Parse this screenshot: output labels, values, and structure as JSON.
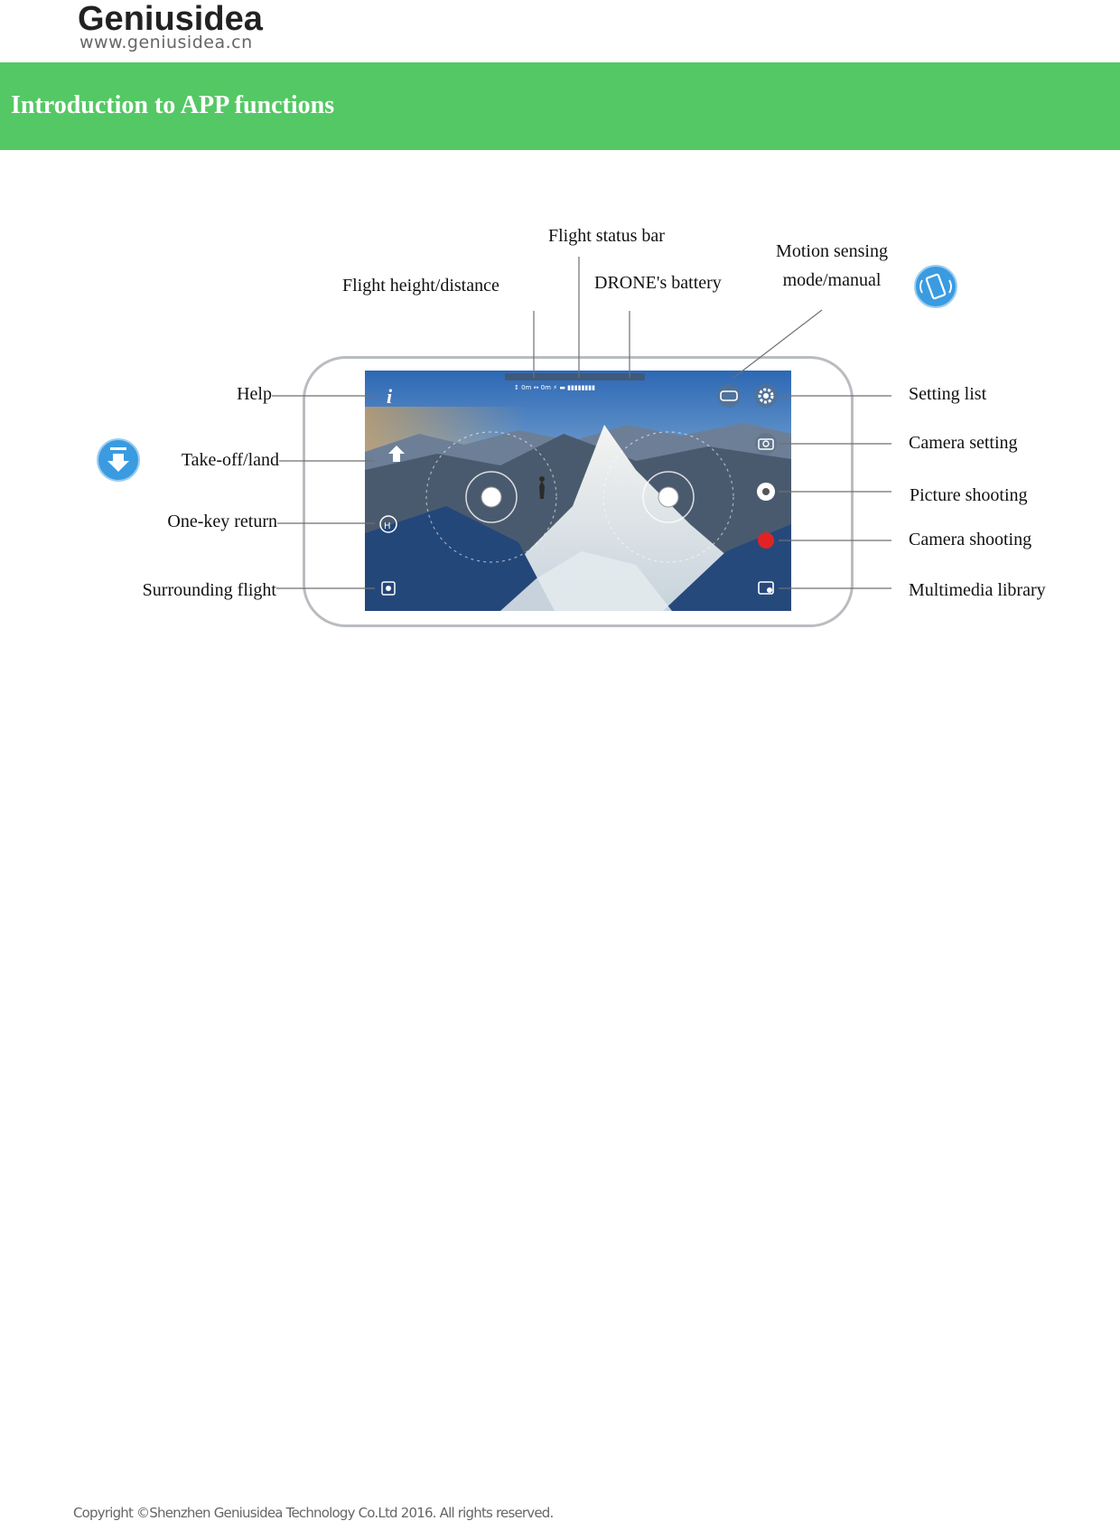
{
  "logo": {
    "brand": "Geniusidea",
    "url": "www.geniusidea.cn"
  },
  "banner": {
    "title": "Introduction to APP functions"
  },
  "callouts": {
    "flight_status_bar": "Flight status bar",
    "flight_height_distance": "Flight height/distance",
    "drone_battery": "DRONE's battery",
    "motion_sensing_line1": "Motion sensing",
    "motion_sensing_line2": "mode/manual",
    "help": "Help",
    "takeoff_land": "Take-off/land",
    "one_key_return": "One-key return",
    "surrounding_flight": "Surrounding flight",
    "setting_list": "Setting list",
    "camera_setting": "Camera setting",
    "picture_shooting": "Picture shooting",
    "camera_shooting": "Camera shooting",
    "multimedia_library": "Multimedia library"
  },
  "screen": {
    "status_readout": "↕ 0m  ↔ 0m  ⚡  ▬ ▮▮▮▮▮▮▮▮"
  },
  "icons": {
    "landing": "download-arrow-icon",
    "motion_sensing": "phone-rotate-icon",
    "help": "info-icon",
    "takeoff": "up-arrow-icon",
    "return": "home-h-icon",
    "surrounding": "orbit-icon",
    "vr": "vr-goggles-icon",
    "settings": "gear-icon",
    "camera": "camera-icon",
    "shutter": "shutter-icon",
    "record": "record-dot-icon",
    "gallery": "gallery-icon"
  },
  "colors": {
    "banner": "#54c864",
    "icon_blue": "#3b9be0",
    "record": "#e02424"
  },
  "footer": {
    "copyright": "Copyright ©Shenzhen Geniusidea Technology Co.Ltd 2016. All rights reserved."
  }
}
